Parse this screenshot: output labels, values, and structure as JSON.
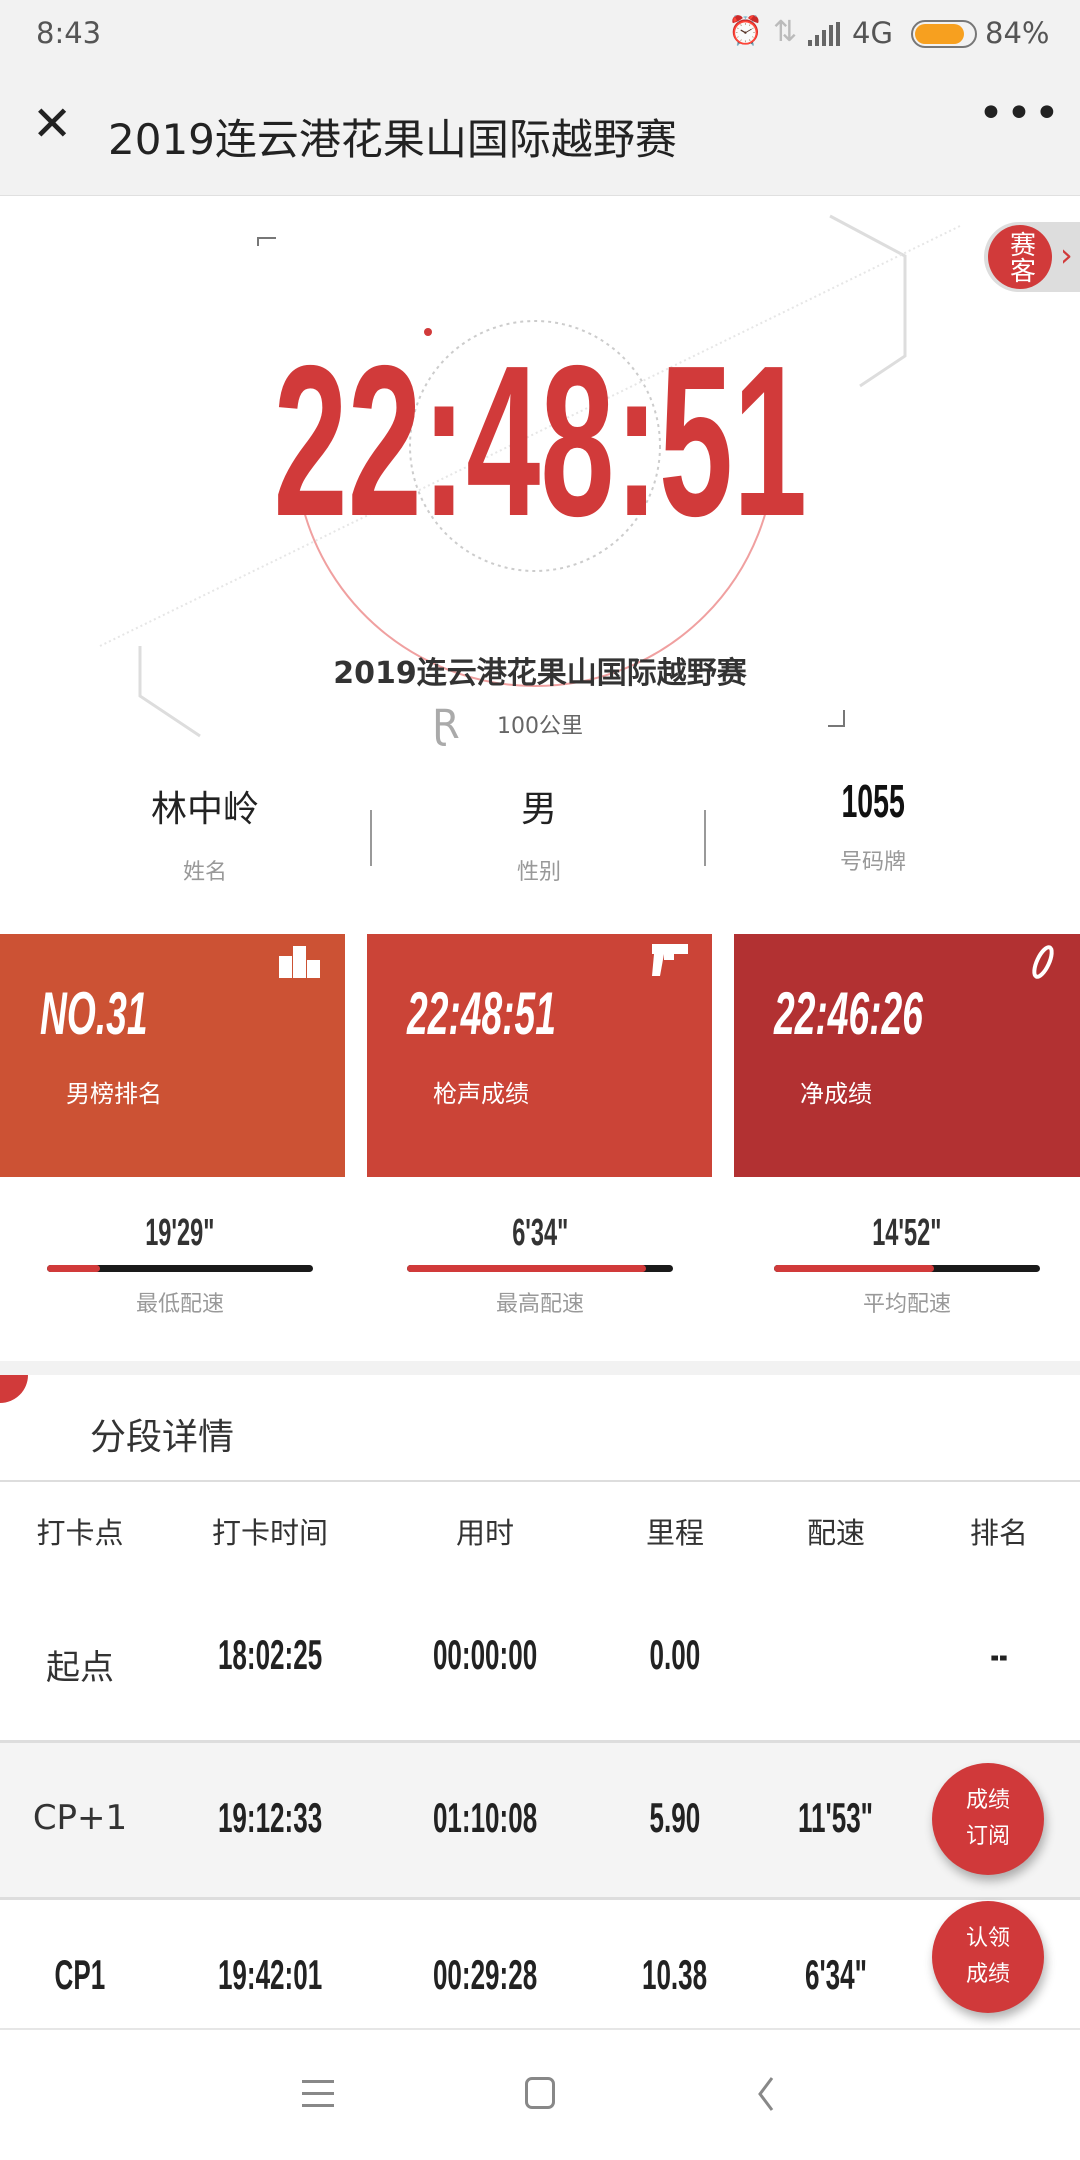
{
  "status_bar": {
    "time": "8:43",
    "network": "4G",
    "battery": "84%",
    "battery_level": 0.84,
    "battery_color": "#f7a01f"
  },
  "header": {
    "title": "2019连云港花果山国际越野赛",
    "close_icon": "close-icon",
    "more_icon": "more-icon"
  },
  "hero": {
    "finish_time": "22:48:51",
    "race_name": "2019连云港花果山国际越野赛",
    "distance": "100公里",
    "badge": "赛客",
    "accent": "#d13a3a"
  },
  "athlete": [
    {
      "value": "林中岭",
      "label": "姓名"
    },
    {
      "value": "男",
      "label": "性别"
    },
    {
      "value": "1055",
      "label": "号码牌"
    }
  ],
  "cards": [
    {
      "value": "NO.31",
      "label": "男榜排名",
      "icon": "podium-icon",
      "color": "#cc5234"
    },
    {
      "value": "22:48:51",
      "label": "枪声成绩",
      "icon": "pistol-icon",
      "color": "#cb4437"
    },
    {
      "value": "22:46:26",
      "label": "净成绩",
      "icon": "chip-icon",
      "color": "#b23132"
    }
  ],
  "paces": [
    {
      "value": "19'29\"",
      "label": "最低配速",
      "fill": 0.2
    },
    {
      "value": "6'34\"",
      "label": "最高配速",
      "fill": 0.9
    },
    {
      "value": "14'52\"",
      "label": "平均配速",
      "fill": 0.6
    }
  ],
  "splits": {
    "title": "分段详情",
    "columns": [
      "打卡点",
      "打卡时间",
      "用时",
      "里程",
      "配速",
      "排名"
    ],
    "rows": [
      [
        "起点",
        "18:02:25",
        "00:00:00",
        "0.00",
        "",
        "--"
      ],
      [
        "CP+1",
        "19:12:33",
        "01:10:08",
        "5.90",
        "11'53\"",
        ""
      ],
      [
        "CP1",
        "19:42:01",
        "00:29:28",
        "10.38",
        "6'34\"",
        ""
      ]
    ]
  },
  "fabs": [
    {
      "line1": "成绩",
      "line2": "订阅"
    },
    {
      "line1": "认领",
      "line2": "成绩"
    }
  ]
}
